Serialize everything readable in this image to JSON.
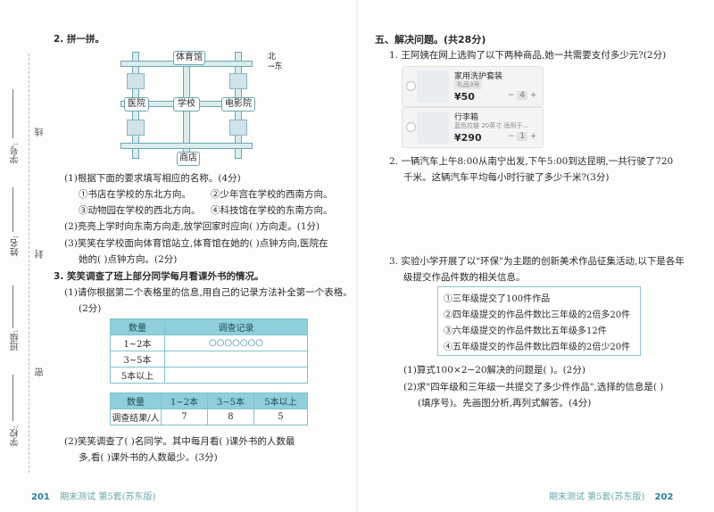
{
  "left": {
    "q2": {
      "title": "2. 拼一拼。",
      "compass_n": "北",
      "compass_e": "→东",
      "map": {
        "tiyuguan": "体育馆",
        "yiyuan": "医院",
        "xuexiao": "学校",
        "dianyingyuan": "电影院",
        "shangdian": "商店"
      },
      "q1": "(1)根据下面的要求填写相应的名称。(4分)",
      "q1a": "①书店在学校的东北方向。",
      "q1b": "②少年宫在学校的西南方向。",
      "q1c": "③动物园在学校的西北方向。",
      "q1d": "④科技馆在学校的东南方向。",
      "q2": "(2)亮亮上学时向东南方向走,放学回家时应向(     )方向走。(1分)",
      "q3a": "(3)笑笑在学校面向体育馆站立,体育馆在她的(     )点钟方向,医院在",
      "q3b": "她的(     )点钟方向。(2分)"
    },
    "q3": {
      "title": "3. 笑笑调查了班上部分同学每月看课外书的情况。",
      "q1a": "(1)请你根据第二个表格里的信息,用自己的记录方法补全第一个表格。",
      "q1b": "(2分)",
      "table1": {
        "h1": "数量",
        "h2": "调查记录",
        "r1": "1~2本",
        "r1v": "○○○○○○○",
        "r2": "3~5本",
        "r3": "5本以上"
      },
      "table2": {
        "h0": "数量",
        "h1": "1~2本",
        "h2": "3~5本",
        "h3": "5本以上",
        "r0": "调查结果/人",
        "v1": "7",
        "v2": "8",
        "v3": "5"
      },
      "q2a": "(2)笑笑调查了(     )名同学。其中每月看(         )课外书的人数最",
      "q2b": "多,看(         )课外书的人数最少。(3分)"
    },
    "side": {
      "xuehao": "学号:",
      "xian": "线",
      "xingming": "姓名:",
      "feng": "封",
      "banji": "班级:",
      "mi": "密",
      "xuexiao": "学校:"
    },
    "footer_num": "201",
    "footer_text": "期末测试  第5套(苏东版)"
  },
  "right": {
    "section": "五、解决问题。(共28分)",
    "q1": "1. 王阿姨在网上选购了以下两种商品,她一共需要支付多少元?(2分)",
    "item1": {
      "name": "家用洗护套装",
      "spec": "礼品3号",
      "price": "¥50",
      "qty": "4",
      "minus": "−",
      "plus": "+"
    },
    "item2": {
      "name": "行李箱",
      "spec": "蓝色拉链  20英寸  适用于...",
      "price": "¥290",
      "qty": "1",
      "minus": "−",
      "plus": "+"
    },
    "q2a": "2. 一辆汽车上午8:00从南宁出发,下午5:00到达昆明,一共行驶了720",
    "q2b": "千米。这辆汽车平均每小时行驶了多少千米?(3分)",
    "q3a": "3. 实验小学开展了以\"环保\"为主题的创新美术作品征集活动,以下是各年",
    "q3b": "级提交作品件数的相关信息。",
    "info": [
      "①三年级提交了100件作品",
      "②四年级提交的作品件数比三年级的2倍多20件",
      "③六年级提交的作品件数比五年级多12件",
      "④五年级提交的作品件数比四年级的2倍少20件"
    ],
    "q3_1": "(1)算式100×2−20解决的问题是(                              )。(2分)",
    "q3_2a": "(2)求\"四年级和三年级一共提交了多少件作品\",选择的信息是(          )",
    "q3_2b": "(填序号)。先画图分析,再列式解答。(4分)",
    "footer_text": "期末测试  第5套(苏东版)",
    "footer_num": "202"
  }
}
